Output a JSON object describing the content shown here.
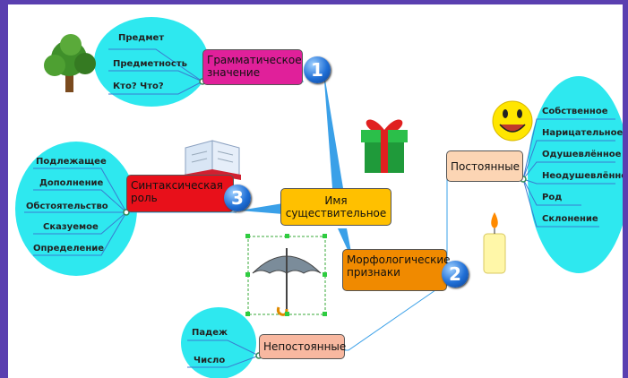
{
  "center": {
    "label": "Имя существительное"
  },
  "branches": [
    {
      "label": "Грамматическое значение",
      "number": "1",
      "color": "#e0209a",
      "leaves": [
        "Предмет",
        "Предметность",
        "Кто? Что?"
      ]
    },
    {
      "label": "Морфологические признаки",
      "number": "2",
      "color": "#f08a00"
    },
    {
      "label": "Синтаксическая роль",
      "number": "3",
      "color": "#e8101a",
      "leaves": [
        "Подлежащее",
        "Дополнение",
        "Обстоятельство",
        "Сказуемое",
        "Определение"
      ]
    }
  ],
  "permanent": {
    "label": "Постоянные",
    "leaves": [
      "Собственное",
      "Нарицательное",
      "Одушевлённое",
      "Неодушевлённое",
      "Род",
      "Склонение"
    ]
  },
  "nonpermanent": {
    "label": "Непостоянные",
    "leaves": [
      "Падеж",
      "Число"
    ]
  },
  "colors": {
    "bubble": "#2ee8ef",
    "center": "#ffc000",
    "permanent": "#fcd5b4",
    "nonpermanent": "#f8b8a0",
    "line": "#3aa0e8",
    "frame": "#5a3fb0"
  }
}
